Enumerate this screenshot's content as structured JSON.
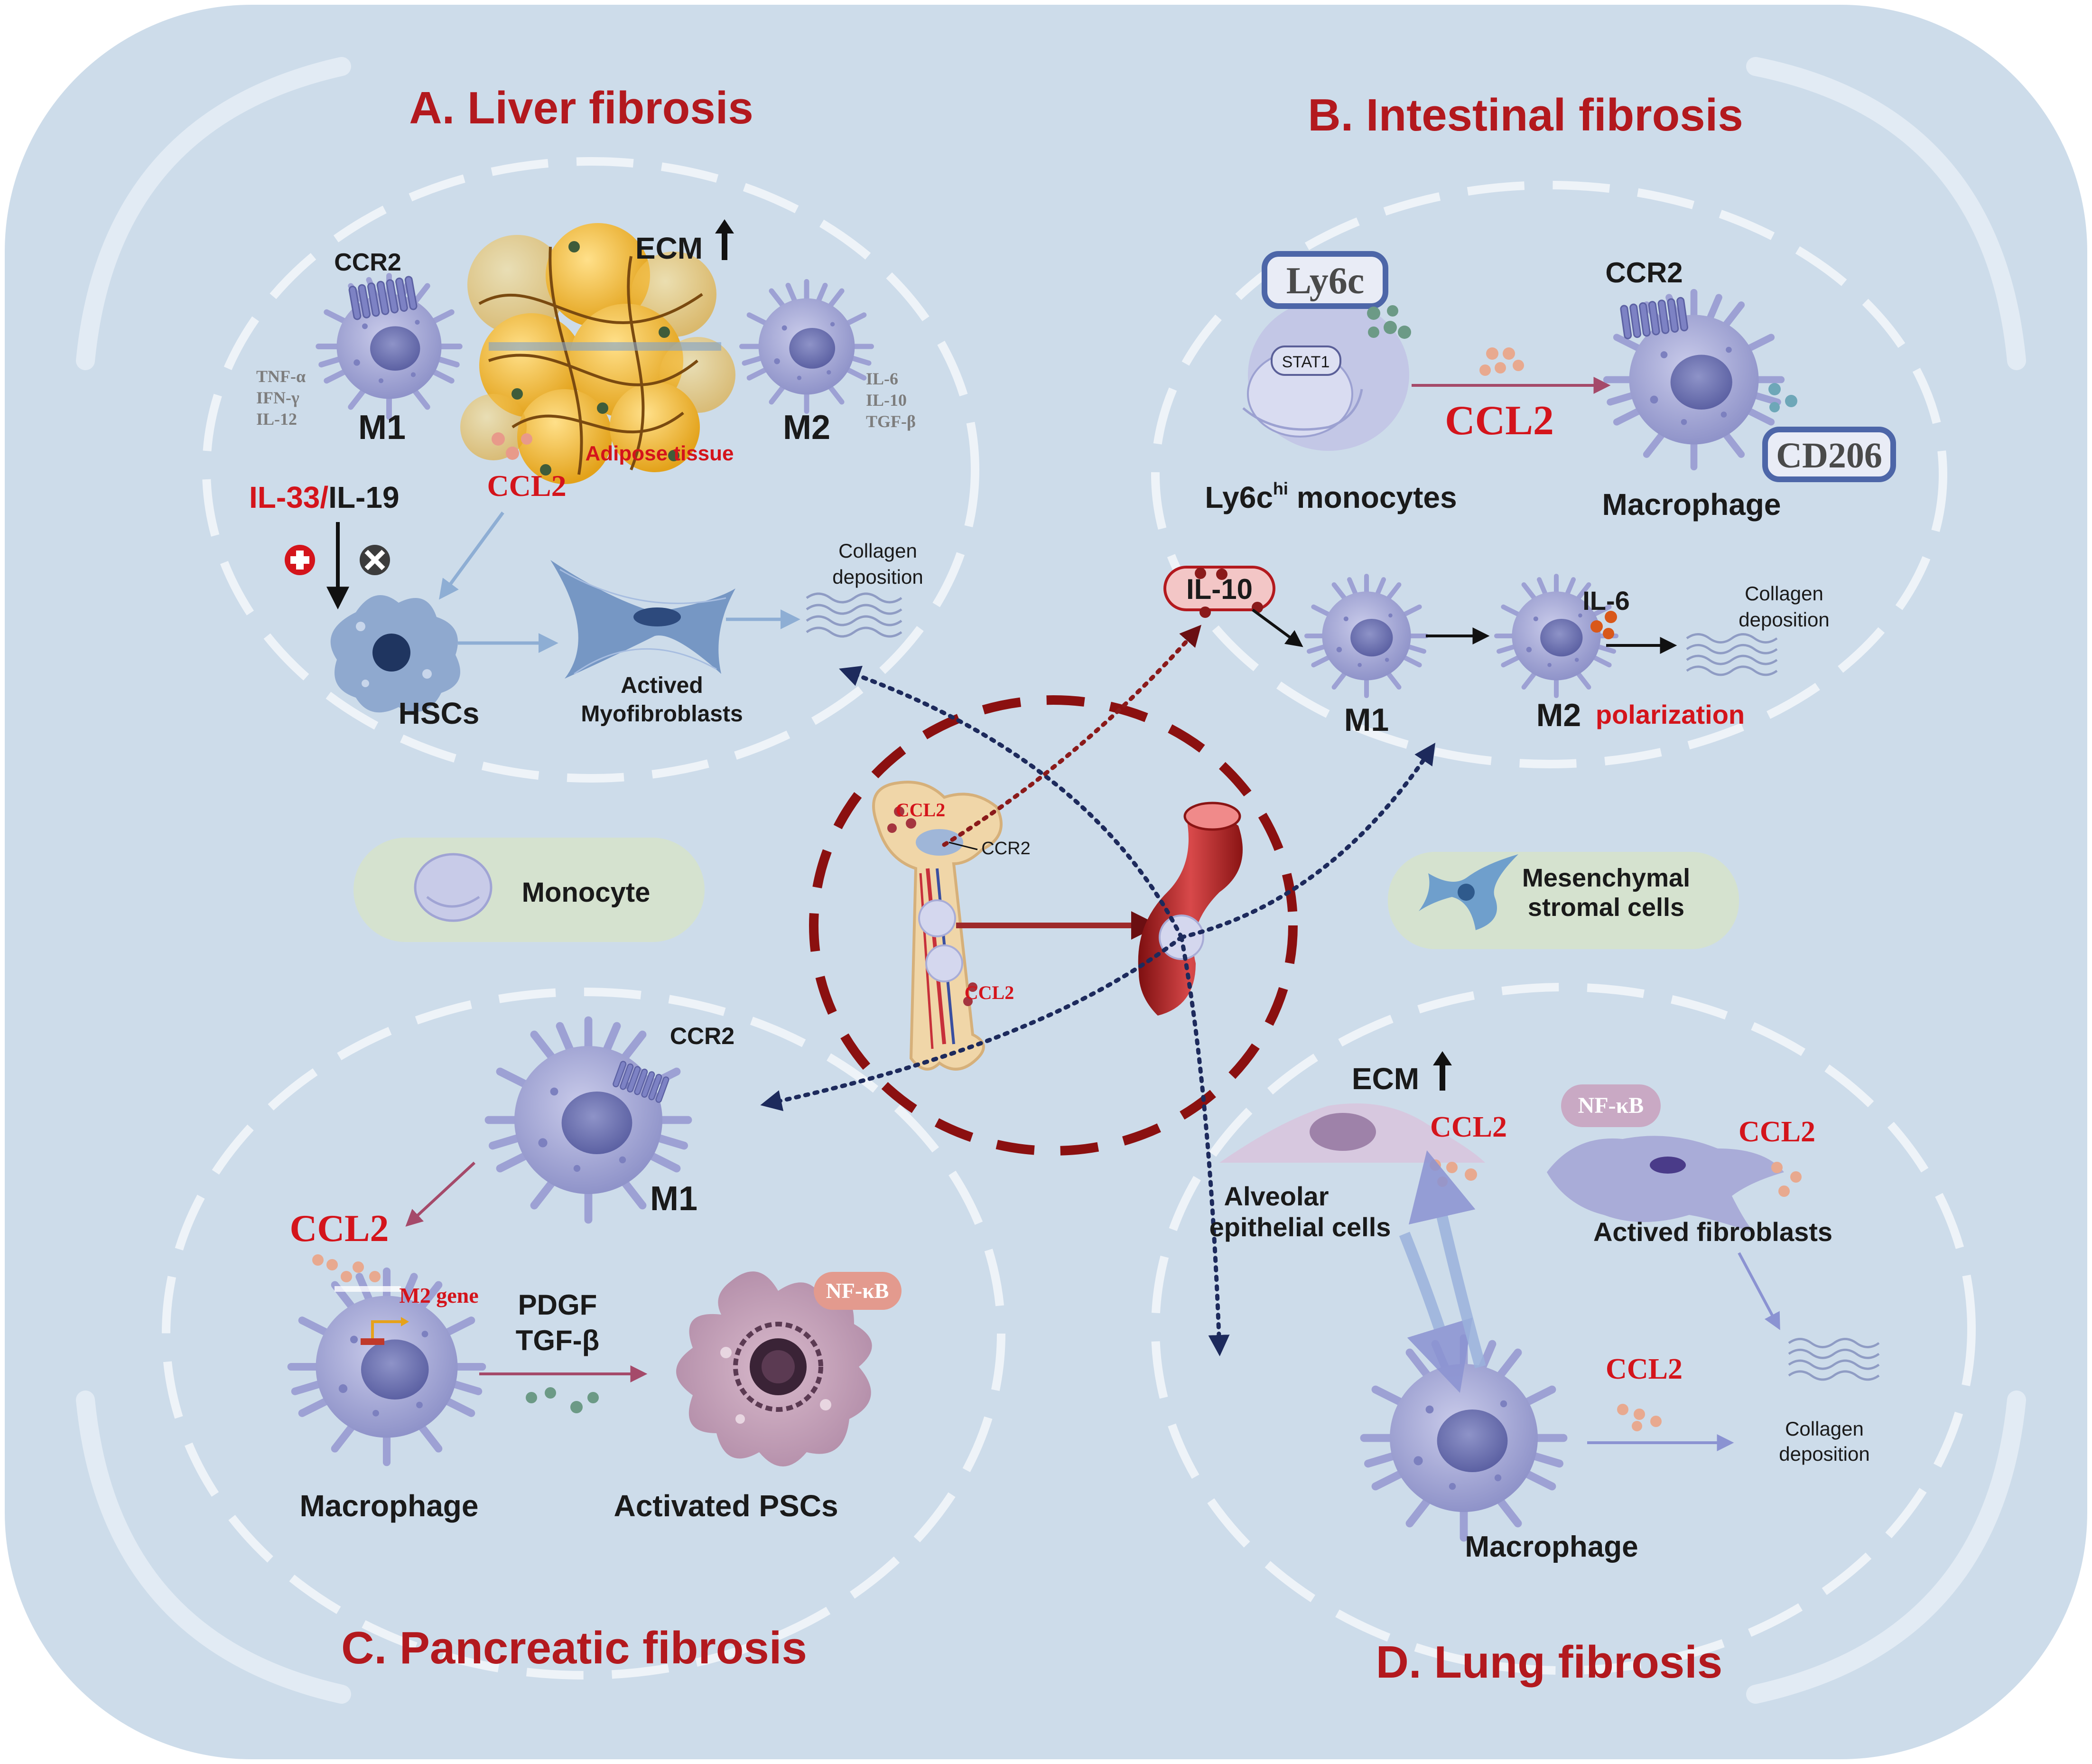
{
  "panels": {
    "A": {
      "title": "A. Liver fibrosis",
      "ccr2": "CCR2",
      "ecm": "ECM",
      "m1": "M1",
      "m2": "M2",
      "m1_cytokines": [
        "TNF-α",
        "IFN-γ",
        "IL-12"
      ],
      "m2_cytokines": [
        "IL-6",
        "IL-10",
        "TGF-β"
      ],
      "adipose": "Adipose tissue",
      "ccl2": "CCL2",
      "il33": "IL-33/",
      "il19": "IL-19",
      "hscs": "HSCs",
      "myofibroblasts": [
        "Actived",
        "Myofibroblasts"
      ],
      "collagen": [
        "Collagen",
        "deposition"
      ]
    },
    "B": {
      "title": "B. Intestinal fibrosis",
      "ly6c": "Ly6c",
      "stat1": "STAT1",
      "ccr2": "CCR2",
      "ccl2": "CCL2",
      "cd206": "CD206",
      "monocytes_pre": "Ly6c",
      "monocytes_sup": "hi",
      "monocytes_post": " monocytes",
      "macrophage": "Macrophage",
      "il10": "IL-10",
      "il6": "IL-6",
      "m1": "M1",
      "m2": "M2",
      "polarization": "polarization",
      "collagen": [
        "Collagen",
        "deposition"
      ]
    },
    "C": {
      "title": "C. Pancreatic fibrosis",
      "ccr2": "CCR2",
      "m1": "M1",
      "ccl2": "CCL2",
      "m2gene": "M2 gene",
      "pdgf": "PDGF",
      "tgfb": "TGF-β",
      "nfkb": "NF-κB",
      "macrophage": "Macrophage",
      "pscs": "Activated PSCs"
    },
    "D": {
      "title": "D. Lung fibrosis",
      "ecm": "ECM",
      "ccl2_a": "CCL2",
      "ccl2_b": "CCL2",
      "ccl2_c": "CCL2",
      "nfkb": "NF-κB",
      "alveolar": [
        "Alveolar",
        "epithelial cells"
      ],
      "fibroblasts": "Actived fibroblasts",
      "macrophage": "Macrophage",
      "collagen": [
        "Collagen",
        "deposition"
      ]
    }
  },
  "center": {
    "ccl2_top": "CCL2",
    "ccr2": "CCR2",
    "ccl2_bottom": "CCL2"
  },
  "legend": {
    "monocyte": "Monocyte",
    "msc": [
      "Mesenchymal",
      "stromal cells"
    ]
  },
  "colors": {
    "background": "#cddcea",
    "panel_border": "#eef3f8",
    "title_red": "#b3191e",
    "label_red": "#d4141b",
    "cell_purple": "#a9acd8",
    "arrow_navy": "#1d2a5c",
    "center_circle": "#8b1010"
  }
}
